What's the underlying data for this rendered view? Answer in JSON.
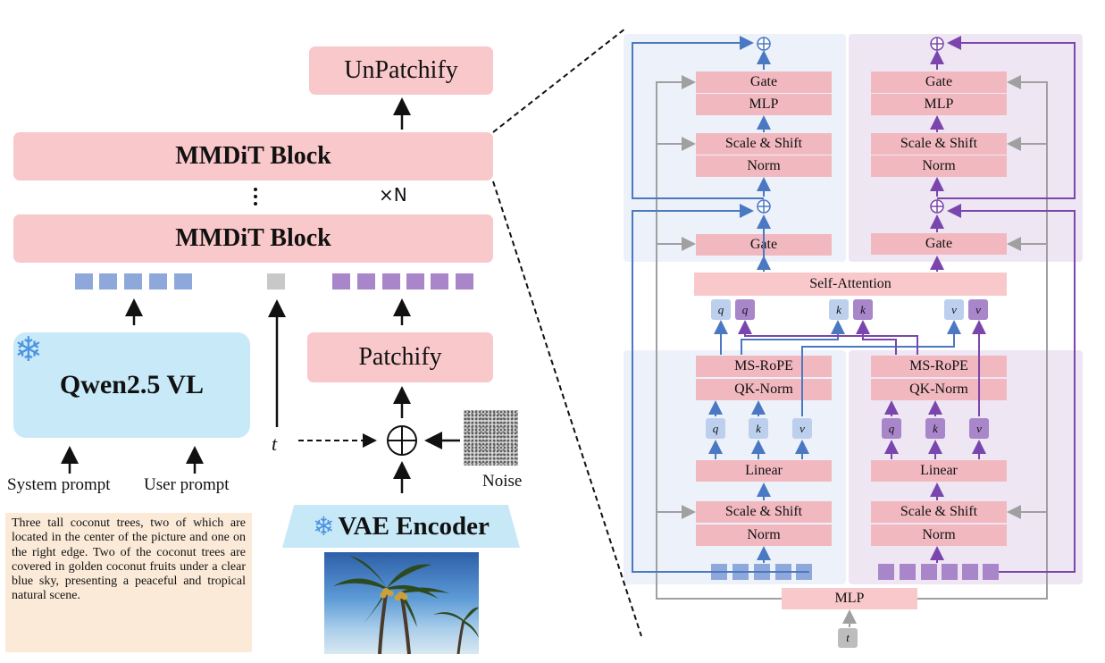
{
  "left": {
    "unpatchify": "UnPatchify",
    "mmdit_block_top": "MMDiT Block",
    "mmdit_block_bottom": "MMDiT Block",
    "repeat_label": "×N",
    "qwen": "Qwen2.5 VL",
    "system_prompt": "System prompt",
    "user_prompt": "User prompt",
    "timestep": "t",
    "patchify": "Patchify",
    "noise": "Noise",
    "vae_encoder": "VAE Encoder",
    "description": "Three tall coconut trees, two of which are located in the center of the picture and one on the right edge. Two of the coconut trees are covered in golden coconut fruits under a clear blue sky, presenting a peaceful and tropical natural scene."
  },
  "right": {
    "gate": "Gate",
    "mlp": "MLP",
    "scale_shift": "Scale & Shift",
    "norm": "Norm",
    "self_attention": "Self-Attention",
    "ms_rope": "MS-RoPE",
    "qk_norm": "QK-Norm",
    "linear": "Linear",
    "q": "q",
    "k": "k",
    "v": "v",
    "mlp_bottom": "MLP",
    "t": "t"
  },
  "colors": {
    "block_pink": "#f9c8cb",
    "text_token": "#8fa8dc",
    "image_token": "#a985c9",
    "blue_arrow": "#4a78c2",
    "purple_arrow": "#7a46ad",
    "gray_arrow": "#a0a0a0"
  }
}
